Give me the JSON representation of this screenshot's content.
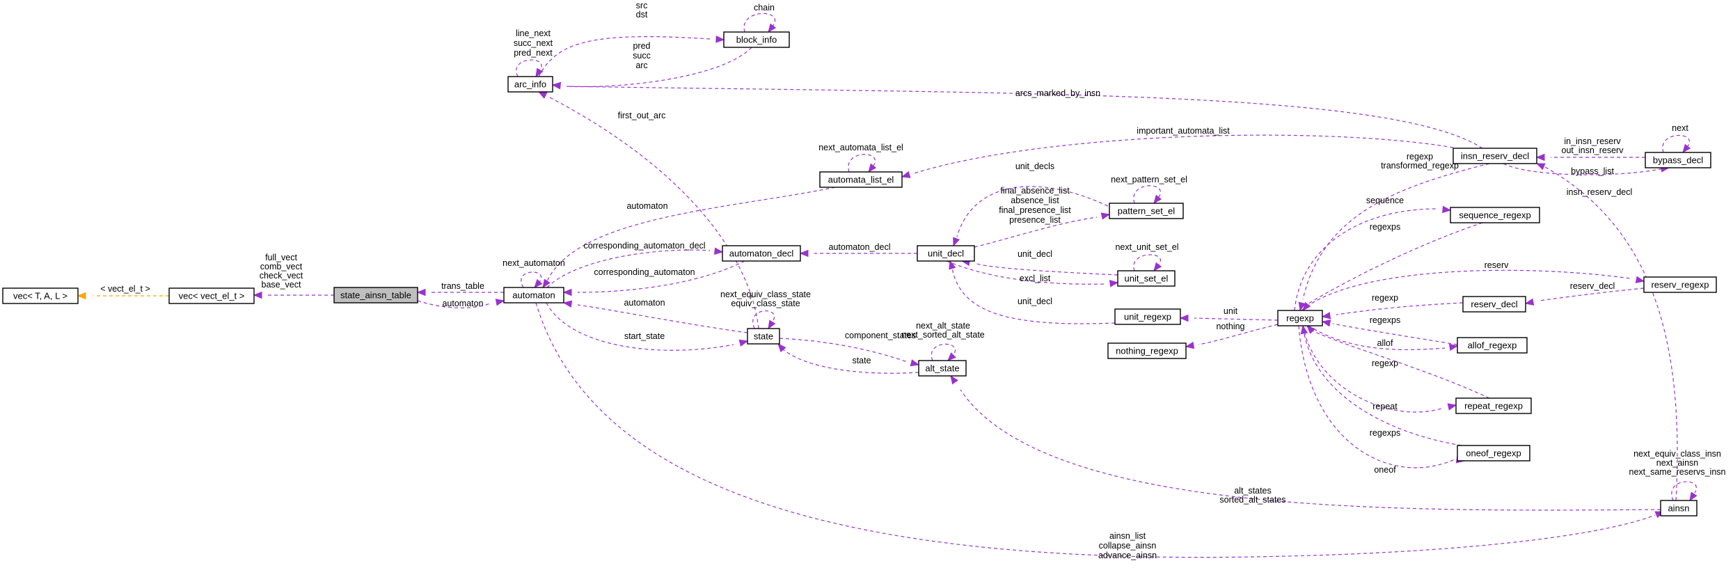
{
  "colors": {
    "collaboration": "#9a32cd",
    "inheritance": "#ffa500",
    "focus_fill": "#bfbfbf"
  },
  "nodes": {
    "vec_tal": "vec< T, A, L >",
    "vec_vect_el": "vec< vect_el_t >",
    "state_ainsn_table": "state_ainsn_table",
    "automaton": "automaton",
    "arc_info": "arc_info",
    "block_info": "block_info",
    "automata_list_el": "automata_list_el",
    "automaton_decl": "automaton_decl",
    "state": "state",
    "alt_state": "alt_state",
    "unit_decl": "unit_decl",
    "pattern_set_el": "pattern_set_el",
    "unit_set_el": "unit_set_el",
    "unit_regexp": "unit_regexp",
    "nothing_regexp": "nothing_regexp",
    "regexp": "regexp",
    "insn_reserv_decl": "insn_reserv_decl",
    "bypass_decl": "bypass_decl",
    "sequence_regexp": "sequence_regexp",
    "reserv_regexp": "reserv_regexp",
    "reserv_decl": "reserv_decl",
    "allof_regexp": "allof_regexp",
    "repeat_regexp": "repeat_regexp",
    "oneof_regexp": "oneof_regexp",
    "ainsn": "ainsn"
  },
  "edge_labels": {
    "vect_el_t": [
      "< vect_el_t >"
    ],
    "vects": [
      "full_vect",
      "comb_vect",
      "check_vect",
      "base_vect"
    ],
    "trans_table": [
      "trans_table"
    ],
    "automaton_back": [
      "automaton"
    ],
    "arc_self": [
      "line_next",
      "succ_next",
      "pred_next"
    ],
    "src_dst": [
      "src",
      "dst"
    ],
    "chain": [
      "chain"
    ],
    "pred_succ_arc": [
      "pred",
      "succ",
      "arc"
    ],
    "first_out_arc": [
      "first_out_arc"
    ],
    "arcs_marked_by_insn": [
      "arcs_marked_by_insn"
    ],
    "important_automata_list": [
      "important_automata_list"
    ],
    "next_automata_list_el": [
      "next_automata_list_el"
    ],
    "automaton_from_list": [
      "automaton"
    ],
    "next_automaton": [
      "next_automaton"
    ],
    "corresponding_automaton_decl": [
      "corresponding_automaton_decl"
    ],
    "corresponding_automaton": [
      "corresponding_automaton"
    ],
    "automaton_decl": [
      "automaton_decl"
    ],
    "automaton_from_state": [
      "automaton"
    ],
    "state_self": [
      "next_equiv_class_state",
      "equiv_class_state"
    ],
    "start_state": [
      "start_state"
    ],
    "component_states": [
      "component_states"
    ],
    "alt_self": [
      "next_alt_state",
      "next_sorted_alt_state"
    ],
    "state_from_alt": [
      "state"
    ],
    "unit_decls": [
      "unit_decls"
    ],
    "next_pattern_set_el": [
      "next_pattern_set_el"
    ],
    "pattern_lists": [
      "final_absence_list",
      "absence_list",
      "final_presence_list",
      "presence_list"
    ],
    "unit_decl_from_set": [
      "unit_decl"
    ],
    "next_unit_set_el": [
      "next_unit_set_el"
    ],
    "excl_list": [
      "excl_list"
    ],
    "unit_decl_from_regexp": [
      "unit_decl"
    ],
    "unit": [
      "unit"
    ],
    "nothing": [
      "nothing"
    ],
    "regexp_insn": [
      "regexp",
      "transformed_regexp"
    ],
    "in_out_insn_reserv": [
      "in_insn_reserv",
      "out_insn_reserv"
    ],
    "next_bypass": [
      "next"
    ],
    "bypass_list": [
      "bypass_list"
    ],
    "sequence": [
      "sequence"
    ],
    "regexps_seq": [
      "regexps"
    ],
    "reserv": [
      "reserv"
    ],
    "reserv_decl": [
      "reserv_decl"
    ],
    "regexp_reserv": [
      "regexp"
    ],
    "regexps_allof": [
      "regexps"
    ],
    "allof": [
      "allof"
    ],
    "regexp_repeat": [
      "regexp"
    ],
    "repeat": [
      "repeat"
    ],
    "regexps_oneof": [
      "regexps"
    ],
    "oneof": [
      "oneof"
    ],
    "insn_reserv_decl": [
      "insn_reserv_decl"
    ],
    "ainsn_self": [
      "next_equiv_class_insn",
      "next_ainsn",
      "next_same_reservs_insn"
    ],
    "alt_states": [
      "alt_states",
      "sorted_alt_states"
    ],
    "ainsn_lists": [
      "ainsn_list",
      "collapse_ainsn",
      "advance_ainsn"
    ]
  }
}
